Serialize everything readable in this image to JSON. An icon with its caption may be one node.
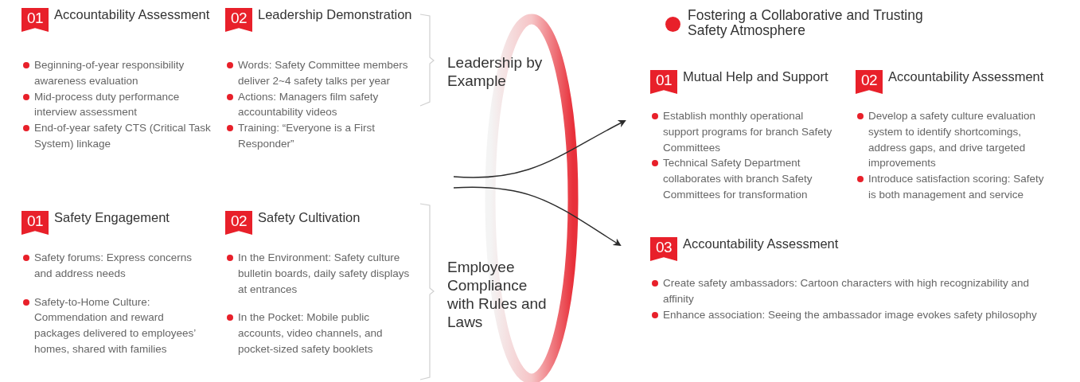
{
  "diagram": {
    "nodes": [
      {
        "text": [
          "01",
          "Accountability Assessment",
          "Beginning-of-year responsibility awareness evaluation",
          "Mid-process duty performance interview assessment",
          "End-of-year safety CTS (Critical Task System) linkage"
        ]
      },
      {
        "text": [
          "02",
          "Leadership Demonstration",
          "Words: Safety Committee members deliver 2~4 safety talks per year",
          "Actions: Managers film safety accountability videos",
          "Training:  “Everyone is a First Responder”"
        ]
      },
      {
        "text": [
          "Leadership by Example"
        ]
      },
      {
        "text": [
          "01",
          "Safety Engagement",
          "Safety forums: Express concerns and address needs",
          "Safety-to-Home Culture: Commendation and reward packages delivered to employees’ homes, shared with families"
        ]
      },
      {
        "text": [
          "02",
          "Safety Cultivation",
          "In the Environment: Safety culture bulletin boards, daily safety displays at entrances",
          "In the Pocket: Mobile public accounts, video channels, and pocket-sized safety booklets"
        ]
      },
      {
        "text": [
          "Employee Compliance with Rules and Laws"
        ]
      },
      {
        "text": [
          "01",
          "Mutual Help and Support",
          "Establish monthly operational support programs for branch Safety Committees",
          "Technical Safety Department collaborates with branch Safety Committees for transformation"
        ]
      },
      {
        "text": [
          "02",
          "Accountability Assessment",
          "Develop a safety culture evaluation system to identify shortcomings, address gaps, and drive targeted improvements",
          "Introduce satisfaction scoring: Safety is both management and service"
        ]
      },
      {
        "text": [
          "03",
          "Accountability Assessment",
          "Create safety ambassadors: Cartoon characters with high recognizability and affinity",
          "Enhance association: Seeing the ambassador image evokes safety philosophy"
        ]
      }
    ],
    "edges": [
      {
        "from": null,
        "to": 6,
        "arrow": "to"
      },
      {
        "from": null,
        "to": 8,
        "arrow": "to"
      }
    ],
    "labels": [
      "Fostering a Collaborative and Trusting Safety Atmosphere"
    ]
  }
}
